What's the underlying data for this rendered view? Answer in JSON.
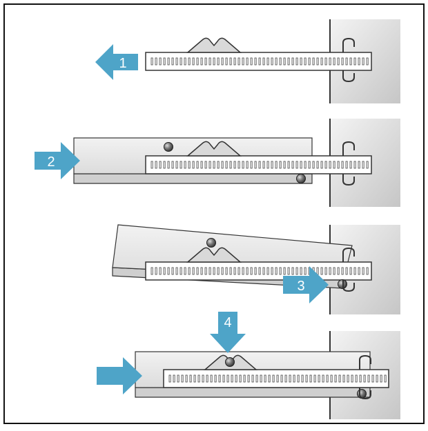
{
  "steps": [
    {
      "number": "1"
    },
    {
      "number": "2"
    },
    {
      "number": "3"
    },
    {
      "number": "4"
    }
  ],
  "colors": {
    "arrow": "#4ea4c8",
    "wall_light": "#f4f4f4",
    "wall_dark": "#c6c6c6",
    "shelf_top": "#eeeeee",
    "shelf_edge": "#bdbdbd",
    "shelf_bottom": "#d6d6d6",
    "rail_fill": "#ffffff",
    "stroke": "#333333",
    "frame": "#111111"
  }
}
